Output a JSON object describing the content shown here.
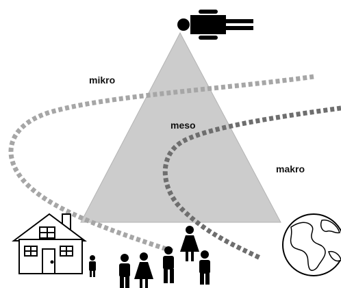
{
  "labels": {
    "mikro": "mikro",
    "meso": "meso",
    "makro": "makro"
  },
  "icons": {
    "person_top": "person-lying-icon",
    "house": "house-icon",
    "people": "people-group-icon",
    "globe": "globe-icon"
  },
  "colors": {
    "pyramid_fill": "#cccccc",
    "pyramid_stroke": "#b3b3b3",
    "dash_light": "#a6a6a6",
    "dash_dark": "#6e6e6e",
    "figure": "#000000"
  }
}
